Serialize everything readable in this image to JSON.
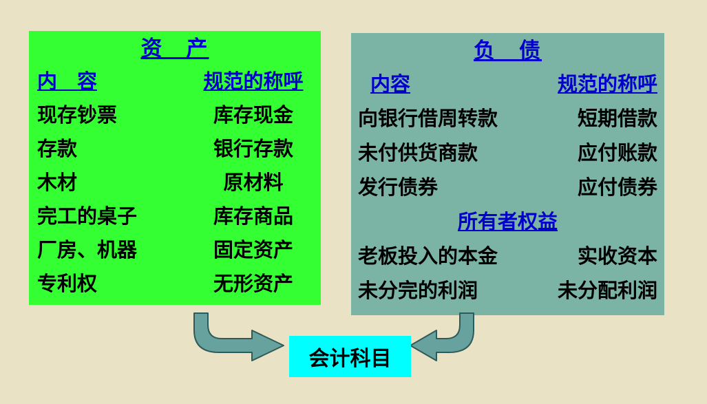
{
  "assets_panel": {
    "title": "资　产",
    "col1_header": "内　容",
    "col2_header": "规范的称呼",
    "rows": [
      {
        "item": "现存钞票",
        "term": "库存现金"
      },
      {
        "item": "存款",
        "term": "银行存款"
      },
      {
        "item": "木材",
        "term": "原材料"
      },
      {
        "item": "完工的桌子",
        "term": "库存商品"
      },
      {
        "item": "厂房、机器",
        "term": "固定资产"
      },
      {
        "item": "专利权",
        "term": "无形资产"
      }
    ]
  },
  "liabilities_panel": {
    "title": "负　债",
    "col1_header": "内容",
    "col2_header": "规范的称呼",
    "liability_rows": [
      {
        "item": "向银行借周转款",
        "term": "短期借款"
      },
      {
        "item": "未付供货商款",
        "term": "应付账款"
      },
      {
        "item": "发行债券",
        "term": "应付债券"
      }
    ],
    "equity_header": "所有者权益",
    "equity_rows": [
      {
        "item": "老板投入的本金",
        "term": "实收资本"
      },
      {
        "item": "未分完的利润",
        "term": "未分配利润"
      }
    ]
  },
  "center_box": {
    "label": "会计科目"
  },
  "colors": {
    "background": "#EAE2C4",
    "assets_panel": "#33FF33",
    "liabilities_panel": "#7BB4A5",
    "heading_blue": "#0000CC",
    "center_box": "#00FFFF",
    "arrow_fill": "#68A29E",
    "arrow_outline": "#2E5B59"
  }
}
